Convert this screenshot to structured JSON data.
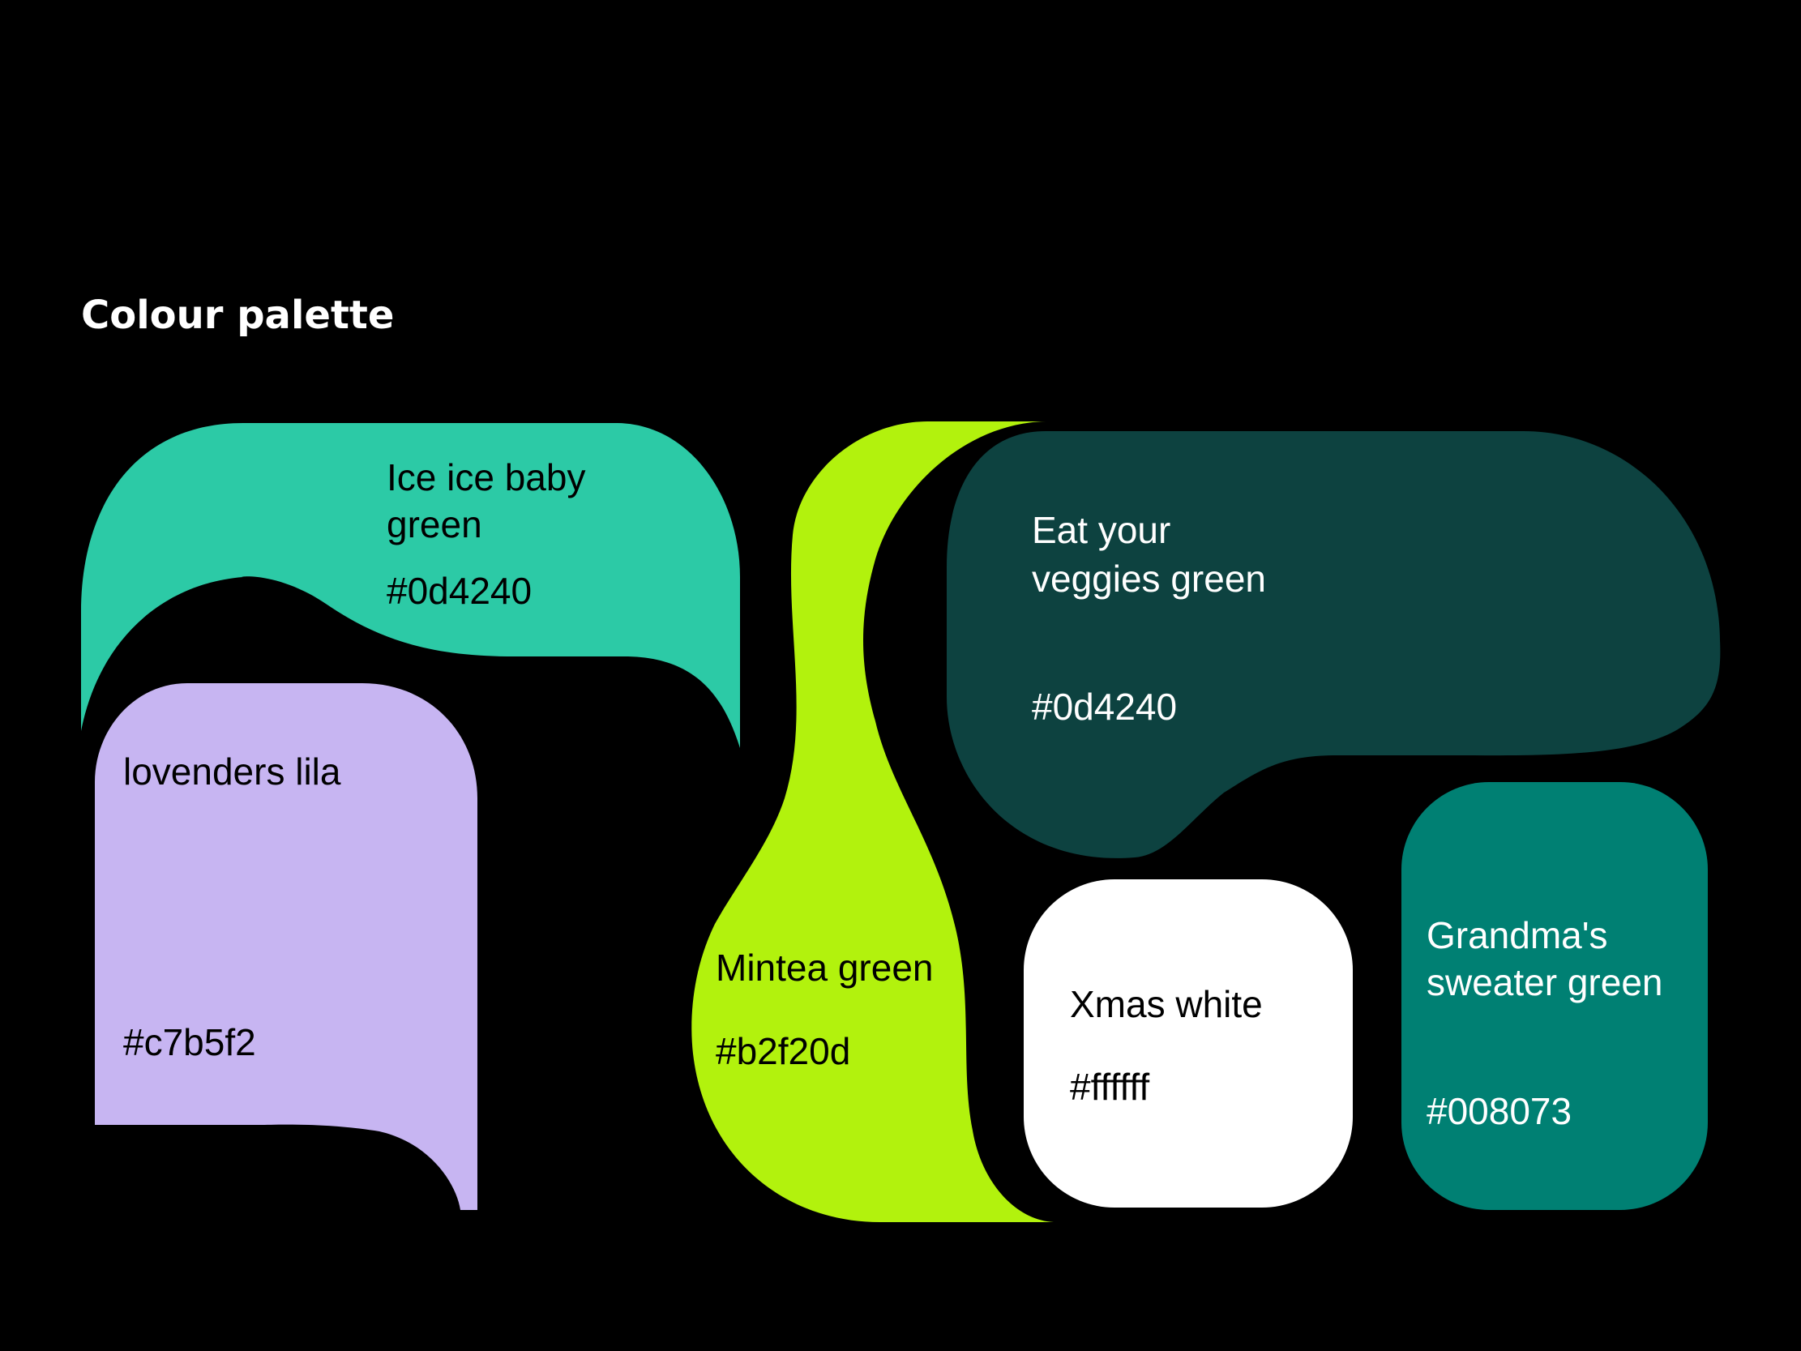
{
  "page": {
    "title": "Colour palette",
    "background": "#000000"
  },
  "swatches": [
    {
      "name": "Ice ice baby",
      "name_line2": "green",
      "hex": "#0d4240",
      "fill": "#2ccaa6",
      "text_color": "#000000"
    },
    {
      "name": "lovenders lila",
      "hex": "#c7b5f2",
      "fill": "#c7b5f2",
      "text_color": "#000000"
    },
    {
      "name": "Mintea green",
      "hex": "#b2f20d",
      "fill": "#b2f20d",
      "text_color": "#000000"
    },
    {
      "name": "Eat your",
      "name_line2": "veggies green",
      "hex": "#0d4240",
      "fill": "#0d4240",
      "text_color": "#ffffff"
    },
    {
      "name": "Xmas white",
      "hex": "#ffffff",
      "fill": "#ffffff",
      "text_color": "#000000"
    },
    {
      "name": "Grandma's",
      "name_line2": "sweater green",
      "hex": "#008073",
      "fill": "#008073",
      "text_color": "#ffffff"
    }
  ]
}
